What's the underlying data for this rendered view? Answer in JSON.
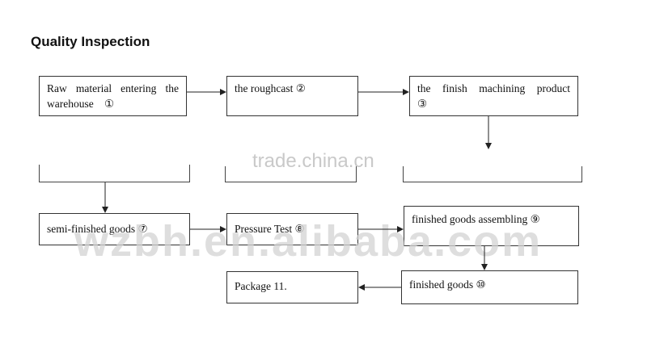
{
  "heading": "Quality Inspection",
  "steps": {
    "s1": {
      "text": "Raw material entering the warehouse",
      "num": "①"
    },
    "s2": {
      "text": "the roughcast",
      "num": "②"
    },
    "s3": {
      "text": "the finish machining product",
      "num": "③"
    },
    "s7": {
      "text": "semi-finished goods",
      "num": "⑦"
    },
    "s8": {
      "text": "Pressure Test",
      "num": "⑧"
    },
    "s9": {
      "text": "finished goods assembling",
      "num": "⑨"
    },
    "s10": {
      "text": "finished goods",
      "num": "⑩"
    },
    "s11": {
      "text": "Package",
      "num": "11."
    }
  },
  "watermarks": {
    "top": "trade.china.cn",
    "bottom": "wzbh.en.alibaba.com"
  }
}
